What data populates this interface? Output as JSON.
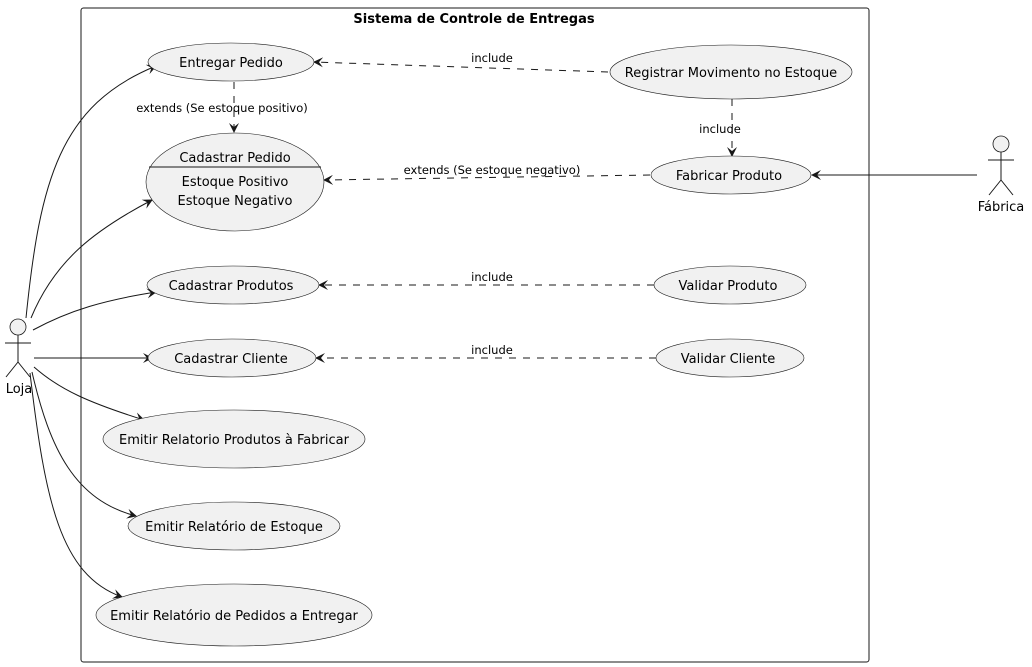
{
  "system": {
    "title": "Sistema de Controle de Entregas"
  },
  "actors": {
    "loja": "Loja",
    "fabrica": "Fábrica"
  },
  "use_cases": {
    "entregar_pedido": "Entregar Pedido",
    "registrar_movimento": "Registrar Movimento no Estoque",
    "cadastrar_pedido": {
      "title": "Cadastrar Pedido",
      "line1": "Estoque Positivo",
      "line2": "Estoque Negativo"
    },
    "fabricar_produto": "Fabricar Produto",
    "cadastrar_produtos": "Cadastrar Produtos",
    "validar_produto": "Validar Produto",
    "cadastrar_cliente": "Cadastrar Cliente",
    "validar_cliente": "Validar Cliente",
    "relatorio_fabricar": "Emitir Relatorio Produtos à Fabricar",
    "relatorio_estoque": "Emitir Relatório de Estoque",
    "relatorio_pedidos": "Emitir Relatório de Pedidos a Entregar"
  },
  "relations": {
    "include_registrar_entregar": "include",
    "extends_positivo": "extends (Se estoque positivo)",
    "include_registrar_fabricar": "include",
    "extends_negativo": "extends (Se estoque negativo)",
    "include_validar_produto": "include",
    "include_validar_cliente": "include"
  }
}
